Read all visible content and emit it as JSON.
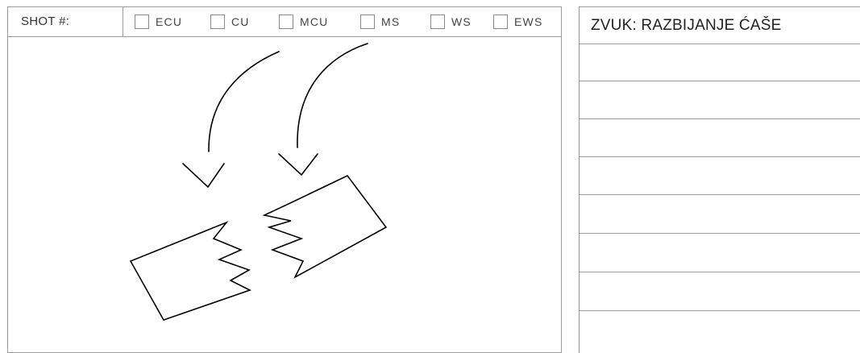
{
  "shot_panel": {
    "shot_label": "SHOT #:",
    "shot_types": [
      {
        "label": "ECU",
        "checked": false
      },
      {
        "label": "CU",
        "checked": false
      },
      {
        "label": "MCU",
        "checked": false
      },
      {
        "label": "MS",
        "checked": false
      },
      {
        "label": "WS",
        "checked": false
      },
      {
        "label": "EWS",
        "checked": false
      }
    ]
  },
  "sound_panel": {
    "title": "ZVUK: RAZBIJANJE ĆAŠE",
    "note_lines": 8
  },
  "colors": {
    "border": "#9a9a9a",
    "ink": "#000000",
    "text": "#333333"
  }
}
